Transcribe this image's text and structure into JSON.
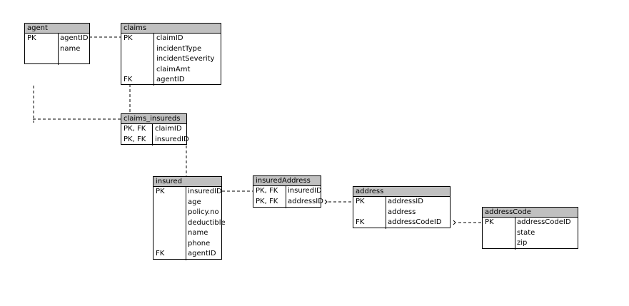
{
  "entities": {
    "agent": {
      "title": "agent",
      "rows": [
        {
          "key": "PK",
          "col": "agentID"
        },
        {
          "key": "",
          "col": "name"
        }
      ]
    },
    "claims": {
      "title": "claims",
      "rows": [
        {
          "key": "PK",
          "col": "claimID"
        },
        {
          "key": "",
          "col": "incidentType"
        },
        {
          "key": "",
          "col": "incidentSeverity"
        },
        {
          "key": "",
          "col": "claimAmt"
        },
        {
          "key": "FK",
          "col": "agentID"
        }
      ]
    },
    "claims_insureds": {
      "title": "claims_insureds",
      "rows": [
        {
          "key": "PK, FK",
          "col": "claimID"
        },
        {
          "key": "PK, FK",
          "col": "insuredID"
        }
      ]
    },
    "insured": {
      "title": "insured",
      "rows": [
        {
          "key": "PK",
          "col": "insuredID"
        },
        {
          "key": "",
          "col": "age"
        },
        {
          "key": "",
          "col": "policy.no"
        },
        {
          "key": "",
          "col": "deductible"
        },
        {
          "key": "",
          "col": "name"
        },
        {
          "key": "",
          "col": "phone"
        },
        {
          "key": "FK",
          "col": "agentID"
        }
      ]
    },
    "insuredAddress": {
      "title": "insuredAddress",
      "rows": [
        {
          "key": "PK, FK",
          "col": "insuredID"
        },
        {
          "key": "PK, FK",
          "col": "addressID"
        }
      ]
    },
    "address": {
      "title": "address",
      "rows": [
        {
          "key": "PK",
          "col": "addressID"
        },
        {
          "key": "",
          "col": "address"
        },
        {
          "key": "FK",
          "col": "addressCodeID"
        }
      ]
    },
    "addressCode": {
      "title": "addressCode",
      "rows": [
        {
          "key": "PK",
          "col": "addressCodeID"
        },
        {
          "key": "",
          "col": "state"
        },
        {
          "key": "",
          "col": "zip"
        }
      ]
    }
  }
}
